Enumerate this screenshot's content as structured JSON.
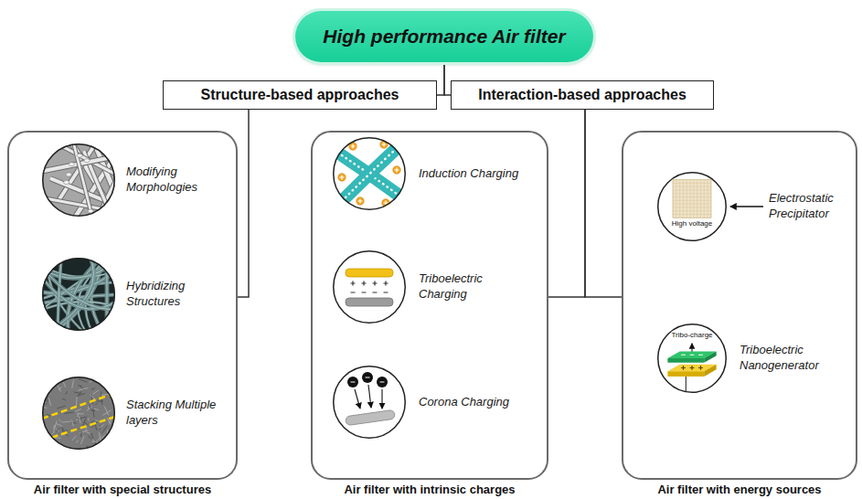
{
  "diagram": {
    "nodes": [
      {
        "text": [
          "High performance Air filter"
        ]
      },
      {
        "text": [
          "Structure-based approaches"
        ]
      },
      {
        "text": [
          "Interaction-based approaches"
        ]
      },
      {
        "text": [
          "Air filter with special structures"
        ]
      },
      {
        "text": [
          "Modifying Morphologies"
        ],
        "in": 3
      },
      {
        "text": [
          "Hybridizing Structures"
        ],
        "in": 3
      },
      {
        "text": [
          "Stacking Multiple layers"
        ],
        "in": 3
      },
      {
        "text": [
          "Air filter with intrinsic charges"
        ]
      },
      {
        "text": [
          "Induction Charging"
        ],
        "in": 7
      },
      {
        "text": [
          "Triboelectric Charging"
        ],
        "in": 7
      },
      {
        "text": [
          "Corona Charging"
        ],
        "in": 7
      },
      {
        "text": [
          "Air filter with energy sources"
        ]
      },
      {
        "text": [
          "Electrostatic Precipitator",
          "High voltage"
        ],
        "in": 11
      },
      {
        "text": [
          "Triboelectric Nanogenerator",
          "Tribo-charge"
        ],
        "in": 11
      }
    ],
    "edges": [
      {
        "from": 0,
        "to": 1,
        "arrow": "none"
      },
      {
        "from": 0,
        "to": 2,
        "arrow": "none"
      },
      {
        "from": 1,
        "to": 3,
        "arrow": "none"
      },
      {
        "from": 2,
        "to": 7,
        "arrow": "none"
      },
      {
        "from": 2,
        "to": 11,
        "arrow": "none"
      }
    ]
  }
}
